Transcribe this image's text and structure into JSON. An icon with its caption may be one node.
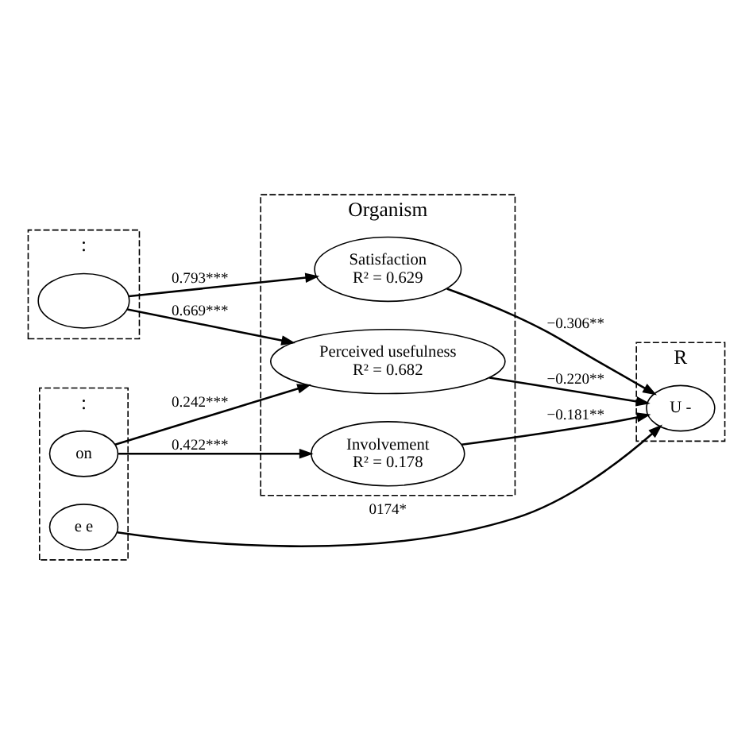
{
  "diagram": {
    "nodes": [
      {
        "text": [
          ":"
        ]
      },
      {
        "text": [],
        "shape": "ellipse",
        "in": 0
      },
      {
        "text": [
          "Organism"
        ]
      },
      {
        "text": [
          "Satisfaction",
          "R² = 0.629"
        ],
        "in": 2
      },
      {
        "text": [
          "Perceived usefulness",
          "R² = 0.682"
        ],
        "in": 2
      },
      {
        "text": [
          "Involvement",
          "R² = 0.178"
        ],
        "in": 2
      },
      {
        "text": [
          ":"
        ]
      },
      {
        "text": [
          "on"
        ],
        "in": 6
      },
      {
        "text": [
          "e e"
        ],
        "in": 6
      },
      {
        "text": [
          "R"
        ]
      },
      {
        "text": [
          "U -"
        ],
        "in": 9
      }
    ],
    "edges": [
      {
        "from": 1,
        "to": 3,
        "arrow": "to",
        "label": "0.793***"
      },
      {
        "from": 1,
        "to": 4,
        "arrow": "to",
        "label": "0.669***"
      },
      {
        "from": 7,
        "to": 4,
        "arrow": "to",
        "label": "0.242***"
      },
      {
        "from": 7,
        "to": 5,
        "arrow": "to",
        "label": "0.422***"
      },
      {
        "from": 3,
        "to": 10,
        "arrow": "to",
        "label": "−0.306**"
      },
      {
        "from": 4,
        "to": 10,
        "arrow": "to",
        "label": "−0.220**"
      },
      {
        "from": 5,
        "to": 10,
        "arrow": "to",
        "label": "−0.181**"
      },
      {
        "from": 8,
        "to": 10,
        "arrow": "to",
        "label": "0174*"
      }
    ]
  }
}
